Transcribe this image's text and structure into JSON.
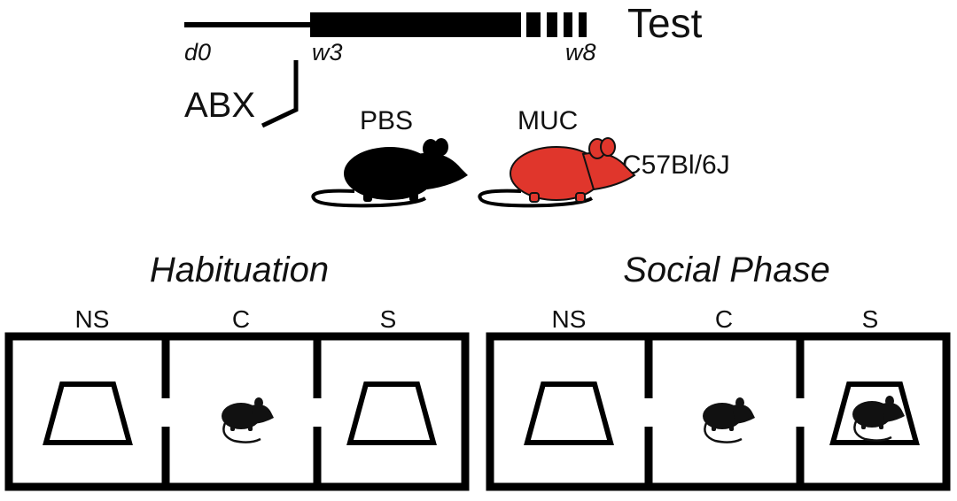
{
  "timeline": {
    "test_label": "Test",
    "ticks": [
      "d0",
      "w3",
      "w8"
    ]
  },
  "treatment": {
    "abx_label": "ABX",
    "groups": [
      "PBS",
      "MUC"
    ],
    "strain": "C57Bl/6J",
    "colors": {
      "PBS": "#000000",
      "MUC": "#e0362c"
    }
  },
  "phases": [
    {
      "title": "Habituation",
      "chambers": [
        "NS",
        "C",
        "S"
      ],
      "stimulus_mouse_in_S": false
    },
    {
      "title": "Social Phase",
      "chambers": [
        "NS",
        "C",
        "S"
      ],
      "stimulus_mouse_in_S": true
    }
  ],
  "icons": [
    "mouse-icon",
    "cup-icon"
  ]
}
